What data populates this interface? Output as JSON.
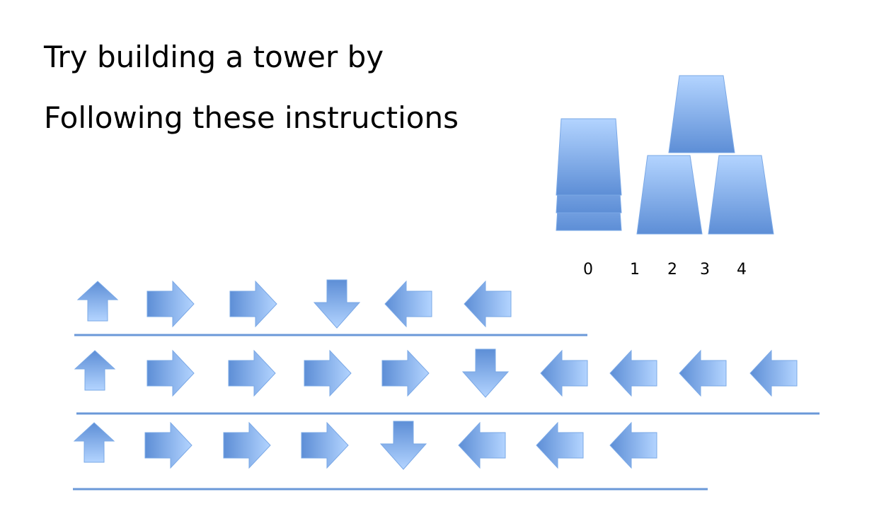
{
  "title": {
    "line1": "Try building a tower by",
    "line2": "Following these instructions"
  },
  "colors": {
    "shape_light": "#b3d4ff",
    "shape_dark": "#5d8ed6",
    "shape_edge": "#7aa8e6",
    "rule_line": "#6a98d8"
  },
  "tower": {
    "position_labels": [
      "0",
      "1",
      "2",
      "3",
      "4"
    ]
  },
  "instructions": [
    [
      "up",
      "right",
      "right",
      "down",
      "left",
      "left"
    ],
    [
      "up",
      "right",
      "right",
      "right",
      "right",
      "down",
      "left",
      "left",
      "left",
      "left"
    ],
    [
      "up",
      "right",
      "right",
      "right",
      "down",
      "left",
      "left",
      "left"
    ]
  ],
  "icons": {
    "up": "up-arrow-icon",
    "right": "right-arrow-icon",
    "down": "down-arrow-icon",
    "left": "left-arrow-icon",
    "cup": "cup-icon"
  }
}
